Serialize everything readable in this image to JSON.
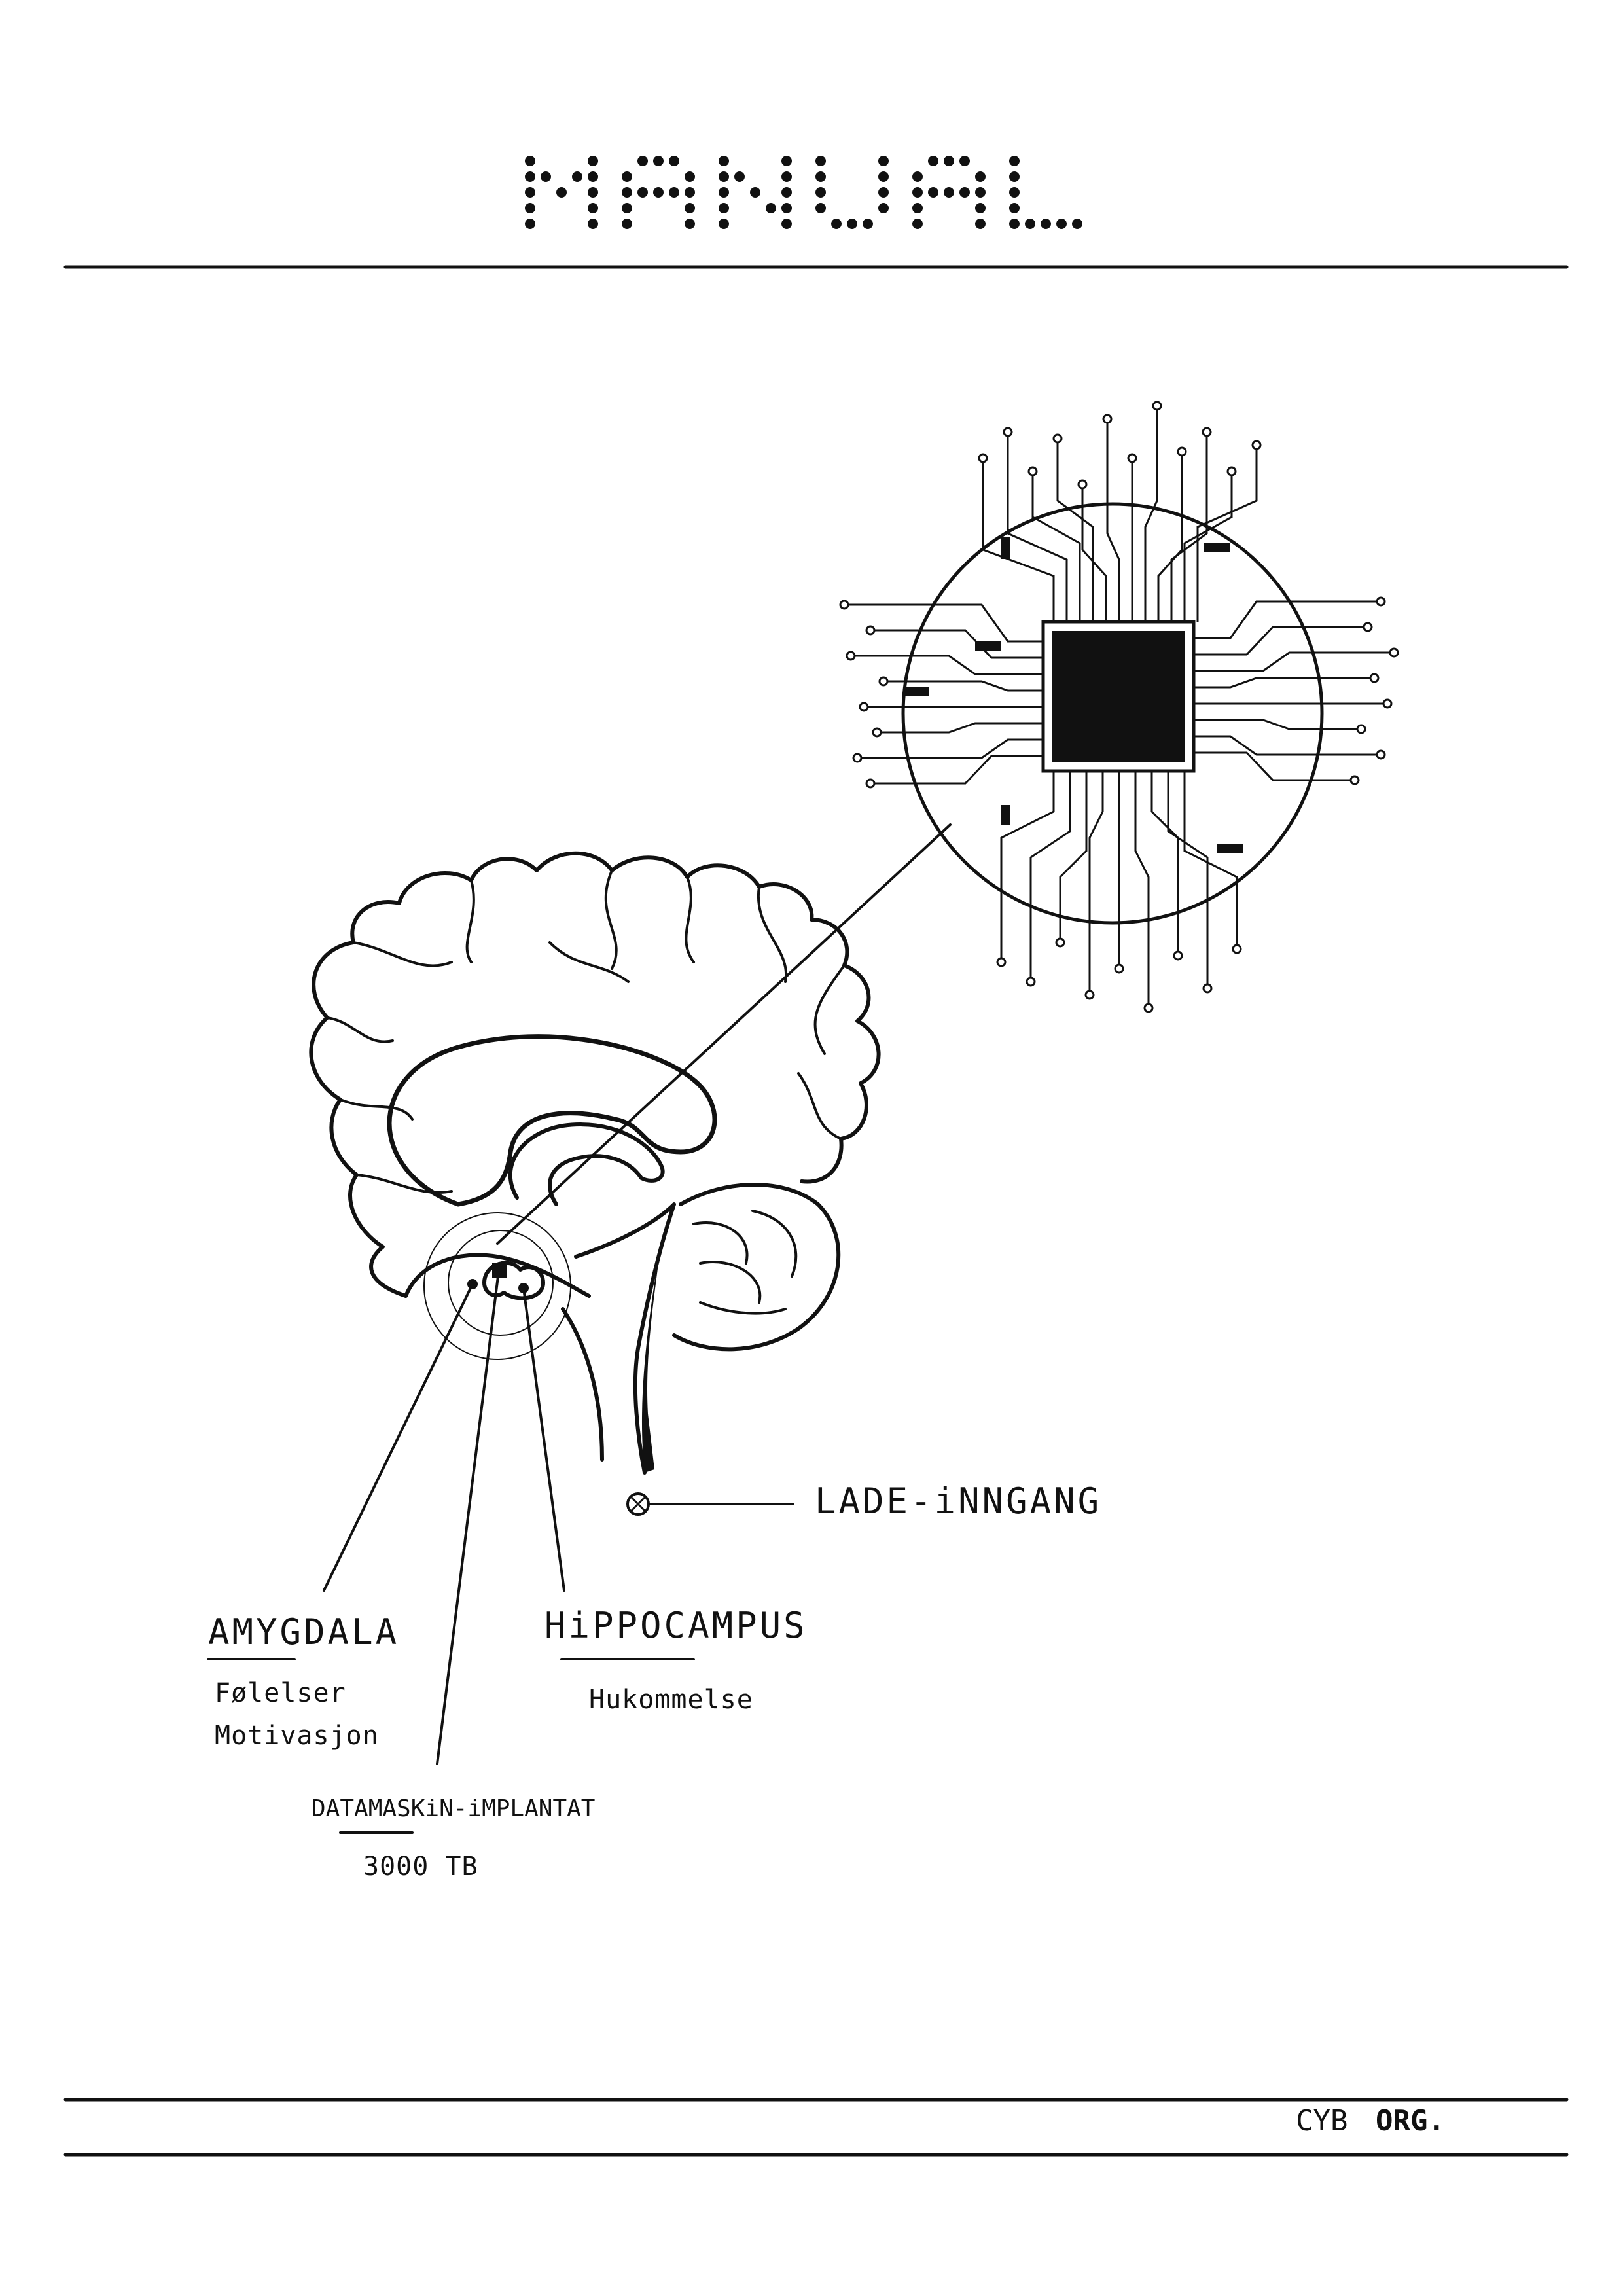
{
  "header": {
    "title": "MANUAL"
  },
  "labels": {
    "charging": "LADE-iNNGANG",
    "amygdala": {
      "name": "AMYGDALA",
      "lines": [
        "Følelser",
        "Motivasjon"
      ]
    },
    "hippocampus": {
      "name": "HiPPOCAMPUS",
      "lines": [
        "Hukommelse"
      ]
    },
    "implant": {
      "name": "DATAMASKiN-iMPLANTAT",
      "capacity": "3000 TB"
    }
  },
  "footer": {
    "brand_light": "CYB",
    "brand_bold": "ORG."
  },
  "colors": {
    "ink": "#111111",
    "paper": "#ffffff"
  }
}
